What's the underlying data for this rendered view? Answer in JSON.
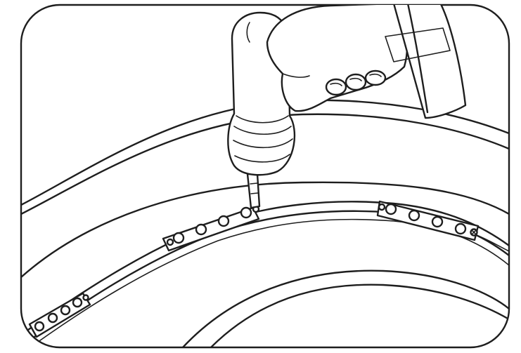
{
  "illustration": {
    "subject": "installing-led-strip-around-curved-frame",
    "tool": "electric-screwdriver",
    "line_color": "#1e1e1e",
    "background_color": "#ffffff",
    "led_modules": [
      {
        "leds": 4,
        "screwed": true
      },
      {
        "leds": 4,
        "screwed": true
      },
      {
        "leds": 4,
        "screwed": true
      }
    ]
  }
}
